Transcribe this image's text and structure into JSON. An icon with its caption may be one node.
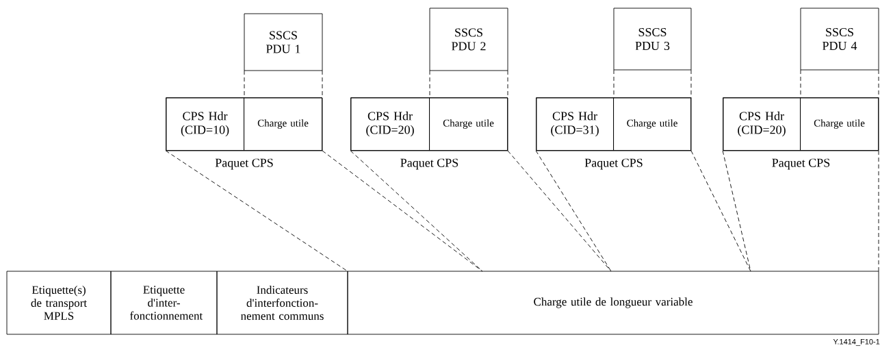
{
  "diagram": {
    "nodes": [
      {
        "text": [
          "SSCS PDU 1"
        ]
      },
      {
        "text": [
          "SSCS PDU 2"
        ]
      },
      {
        "text": [
          "SSCS PDU 3"
        ]
      },
      {
        "text": [
          "SSCS PDU 4"
        ]
      },
      {
        "text": [
          "Paquet CPS"
        ]
      },
      {
        "text": [
          "CPS Hdr (CID=10)"
        ],
        "in": 4
      },
      {
        "text": [
          "Charge utile"
        ],
        "in": 4
      },
      {
        "text": [
          "Paquet CPS"
        ]
      },
      {
        "text": [
          "CPS Hdr (CID=20)"
        ],
        "in": 7
      },
      {
        "text": [
          "Charge utile"
        ],
        "in": 7
      },
      {
        "text": [
          "Paquet CPS"
        ]
      },
      {
        "text": [
          "CPS Hdr (CID=31)"
        ],
        "in": 10
      },
      {
        "text": [
          "Charge utile"
        ],
        "in": 10
      },
      {
        "text": [
          "Paquet CPS"
        ]
      },
      {
        "text": [
          "CPS Hdr (CID=20)"
        ],
        "in": 13
      },
      {
        "text": [
          "Charge utile"
        ],
        "in": 13
      },
      {
        "text": [
          "Etiquette(s) de transport MPLS"
        ]
      },
      {
        "text": [
          "Etiquette d'inter-fonctionnement"
        ]
      },
      {
        "text": [
          "Indicateurs d'interfonction-nement communs"
        ]
      },
      {
        "text": [
          "Charge utile de longueur variable"
        ]
      }
    ],
    "edges": [
      {
        "from": 0,
        "to": 6,
        "arrow": "none",
        "style": "dashed"
      },
      {
        "from": 1,
        "to": 9,
        "arrow": "none",
        "style": "dashed"
      },
      {
        "from": 2,
        "to": 12,
        "arrow": "none",
        "style": "dashed"
      },
      {
        "from": 3,
        "to": 15,
        "arrow": "none",
        "style": "dashed"
      },
      {
        "from": 5,
        "to": 19,
        "arrow": "none",
        "style": "dashed"
      },
      {
        "from": 6,
        "to": 19,
        "arrow": "none",
        "style": "dashed"
      },
      {
        "from": 8,
        "to": 19,
        "arrow": "none",
        "style": "dashed"
      },
      {
        "from": 9,
        "to": 19,
        "arrow": "none",
        "style": "dashed"
      },
      {
        "from": 11,
        "to": 19,
        "arrow": "none",
        "style": "dashed"
      },
      {
        "from": 12,
        "to": 19,
        "arrow": "none",
        "style": "dashed"
      },
      {
        "from": 14,
        "to": 19,
        "arrow": "none",
        "style": "dashed"
      },
      {
        "from": 15,
        "to": 19,
        "arrow": "none",
        "style": "dashed"
      }
    ],
    "labels": [
      "Y.1414_F10-1"
    ]
  }
}
